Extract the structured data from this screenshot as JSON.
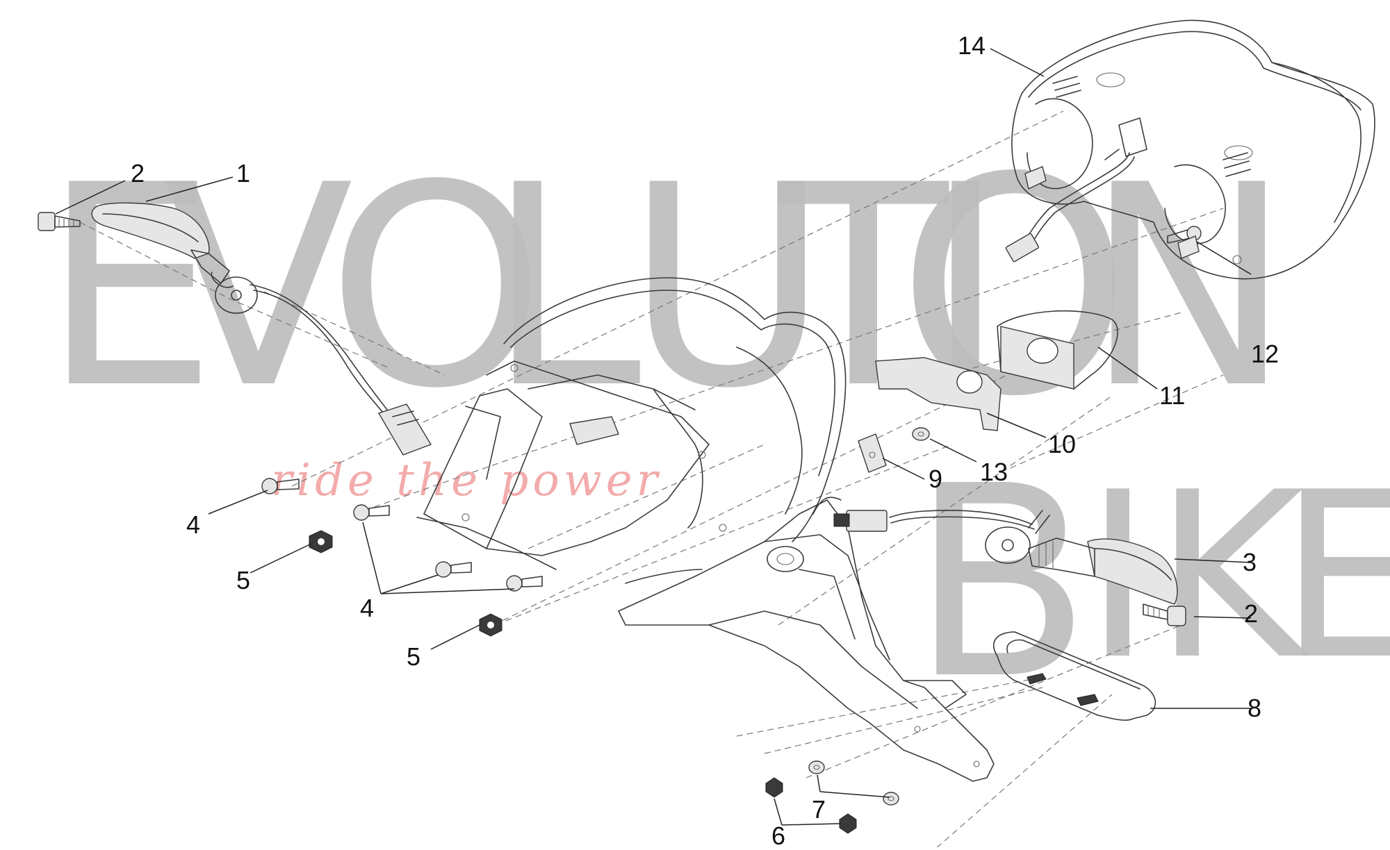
{
  "watermark": {
    "line1": [
      "E",
      "V",
      "O",
      "L",
      "U",
      "T",
      "I",
      "O",
      "N"
    ],
    "line2": [
      "B",
      "I",
      "K",
      "E"
    ],
    "tagline": "ride the power"
  },
  "callouts": [
    "14",
    "2",
    "1",
    "12",
    "11",
    "10",
    "13",
    "9",
    "4",
    "5",
    "4",
    "5",
    "3",
    "2",
    "8",
    "7",
    "6"
  ]
}
